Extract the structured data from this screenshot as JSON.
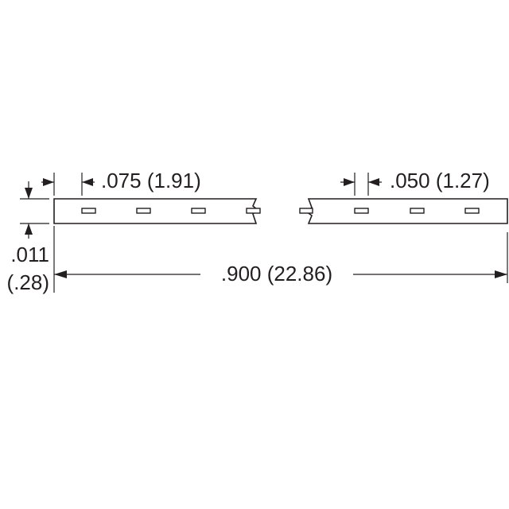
{
  "dimensions": {
    "pitch_left": ".075 (1.91)",
    "pitch_right": ".050 (1.27)",
    "thickness_in": ".011",
    "thickness_mm": "(.28)",
    "overall_length": ".900 (22.86)"
  },
  "colors": {
    "line": "#231f20",
    "background": "#ffffff"
  }
}
